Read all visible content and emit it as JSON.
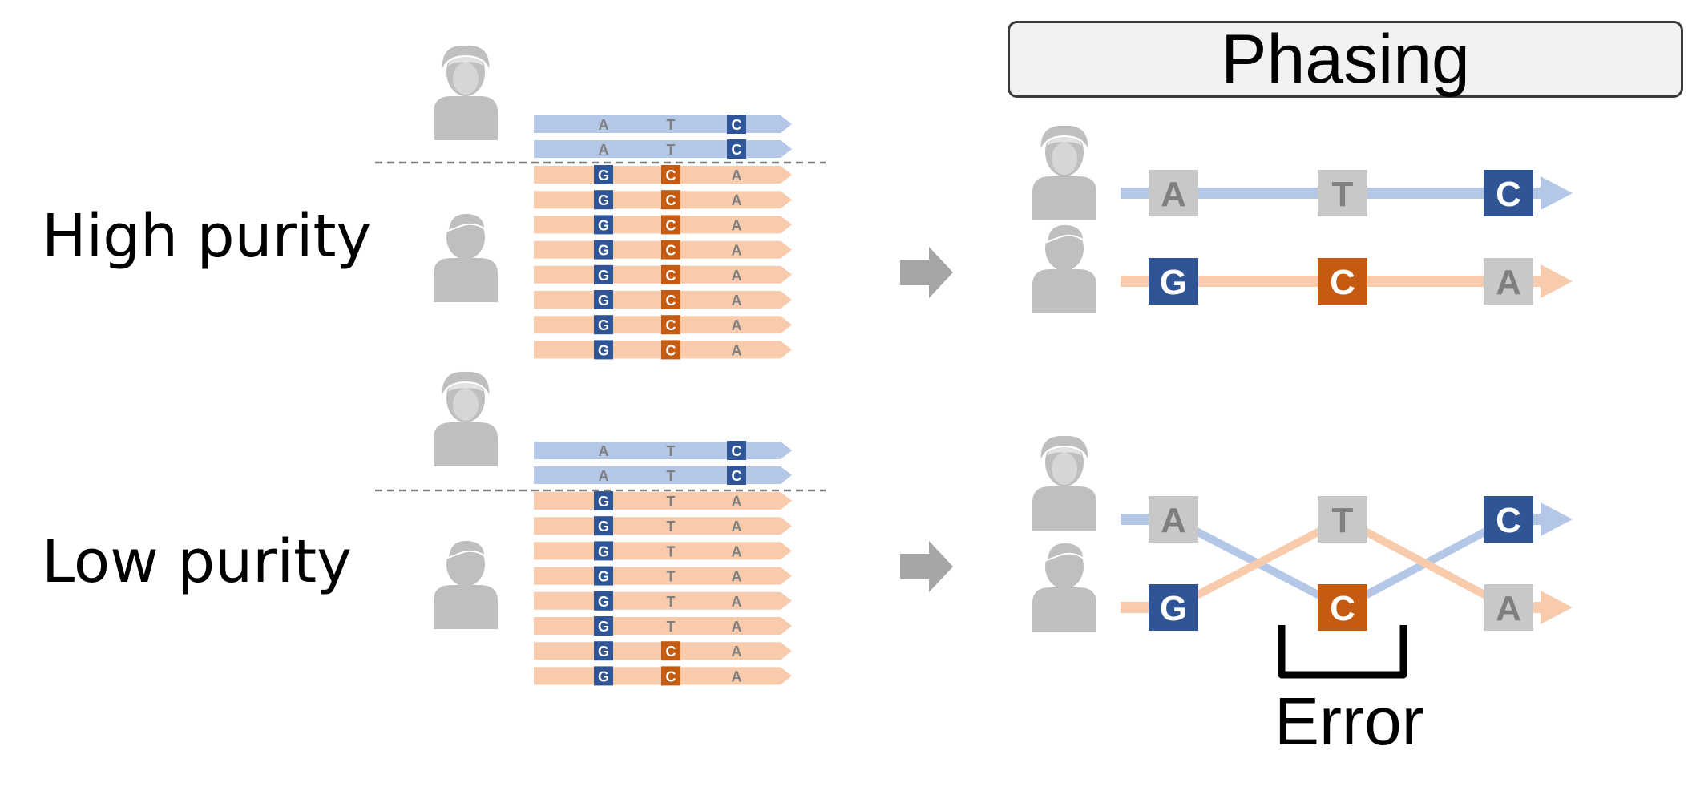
{
  "title": "Phasing",
  "error_label": "Error",
  "colors": {
    "maternal_read": "#b4c7e7",
    "paternal_read": "#f8cbad",
    "base_blue": "#2f5597",
    "base_orange": "#c55a11",
    "base_gray": "#c8c8c8",
    "base_text_gray": "#7f7f7f",
    "person_icon": "#bfbfbf",
    "arrow": "#a6a6a6"
  },
  "sections": [
    {
      "label": "High purity",
      "maternal_reads": [
        [
          "A",
          "T",
          "C"
        ],
        [
          "A",
          "T",
          "C"
        ]
      ],
      "paternal_reads": [
        [
          "G",
          "C",
          "A"
        ],
        [
          "G",
          "C",
          "A"
        ],
        [
          "G",
          "C",
          "A"
        ],
        [
          "G",
          "C",
          "A"
        ],
        [
          "G",
          "C",
          "A"
        ],
        [
          "G",
          "C",
          "A"
        ],
        [
          "G",
          "C",
          "A"
        ],
        [
          "G",
          "C",
          "A"
        ]
      ],
      "phased": {
        "maternal": [
          "A",
          "T",
          "C"
        ],
        "paternal": [
          "G",
          "C",
          "A"
        ],
        "error": false
      }
    },
    {
      "label": "Low purity",
      "maternal_reads": [
        [
          "A",
          "T",
          "C"
        ],
        [
          "A",
          "T",
          "C"
        ]
      ],
      "paternal_reads": [
        [
          "G",
          "T",
          "A"
        ],
        [
          "G",
          "T",
          "A"
        ],
        [
          "G",
          "T",
          "A"
        ],
        [
          "G",
          "T",
          "A"
        ],
        [
          "G",
          "T",
          "A"
        ],
        [
          "G",
          "T",
          "A"
        ],
        [
          "G",
          "C",
          "A"
        ],
        [
          "G",
          "C",
          "A"
        ]
      ],
      "phased": {
        "maternal": [
          "A",
          "T",
          "C"
        ],
        "paternal": [
          "G",
          "C",
          "A"
        ],
        "error": true
      }
    }
  ]
}
